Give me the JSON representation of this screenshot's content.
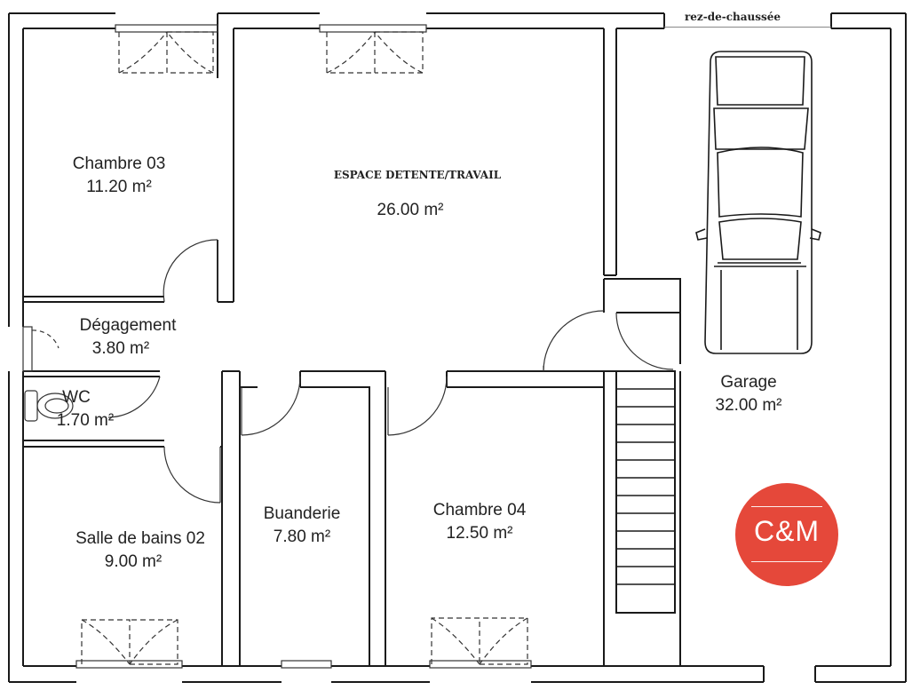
{
  "plan": {
    "level_label": "rez-de-chaussée",
    "rooms": [
      {
        "name": "Chambre 03",
        "area": "11.20 m²"
      },
      {
        "name": "ESPACE DETENTE/TRAVAIL",
        "area": "26.00 m²"
      },
      {
        "name": "Garage",
        "area": "32.00 m²"
      },
      {
        "name": "Dégagement",
        "area": "3.80 m²"
      },
      {
        "name": "WC",
        "area": "1.70 m²"
      },
      {
        "name": "Salle de bains 02",
        "area": "9.00 m²"
      },
      {
        "name": "Buanderie",
        "area": "7.80 m²"
      },
      {
        "name": "Chambre 04",
        "area": "12.50 m²"
      }
    ],
    "logo": {
      "text": "C&M",
      "color": "#e5483a"
    }
  }
}
